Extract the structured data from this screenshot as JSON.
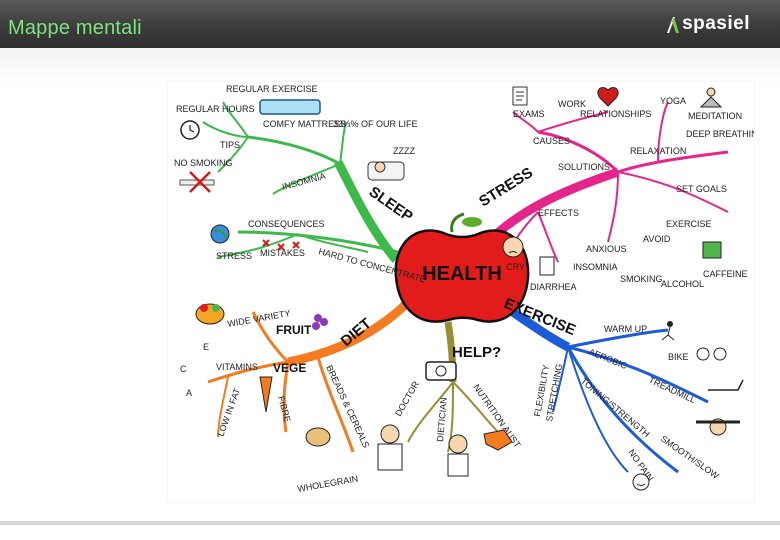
{
  "header": {
    "title": "Mappe mentali",
    "logo_text": "spasiel",
    "logo_icon": "aspasiel-logo-mark",
    "title_color": "#7fe37f",
    "bar_color": "#3c3c3c"
  },
  "mindmap": {
    "center": "HEALTH",
    "center_color": "#e21b1b",
    "branches": {
      "sleep": {
        "label": "SLEEP",
        "color": "#3cb94a"
      },
      "stress": {
        "label": "STRESS",
        "color": "#e5258a"
      },
      "diet": {
        "label": "DIET",
        "color": "#f47b20"
      },
      "exercise": {
        "label": "EXERCISE",
        "color": "#1e5bd8"
      },
      "help": {
        "label": "HELP?",
        "color": "#9c8b33"
      }
    },
    "labels": {
      "regular_exercise": "REGULAR EXERCISE",
      "regular_hours": "REGULAR HOURS",
      "comfy_mattress": "COMFY MATTRESS",
      "tips": "TIPS",
      "no_smoking": "NO SMOKING",
      "one_third": "33⅓% OF OUR LIFE",
      "zzzz": "ZZZZ",
      "insomnia": "INSOMNIA",
      "consequences": "CONSEQUENCES",
      "stress_sub": "STRESS",
      "mistakes": "MISTAKES",
      "hard_to_concentrate": "HARD TO CONCENTRATE",
      "exams": "EXAMS",
      "work": "WORK",
      "relationships": "RELATIONSHIPS",
      "yoga": "YOGA",
      "meditation": "MEDITATION",
      "deep_breathing": "DEEP BREATHING",
      "causes": "CAUSES",
      "relaxation": "RELAXATION",
      "solutions": "SOLUTIONS",
      "set_goals": "SET GOALS",
      "effects": "EFFECTS",
      "exercise_sub": "EXERCISE",
      "cry": "CRY",
      "anxious": "ANXIOUS",
      "avoid": "AVOID",
      "diarrhea": "DIARRHEA",
      "insomnia2": "INSOMNIA",
      "smoking": "SMOKING",
      "alcohol": "ALCOHOL",
      "caffeine": "CAFFEINE",
      "wide_variety": "WIDE VARIETY",
      "fruit": "FRUIT",
      "vege": "VEGE",
      "vitamins": "VITAMINS",
      "vit_e": "E",
      "vit_c": "C",
      "vit_a": "A",
      "low_in_fat": "LOW IN FAT",
      "fibre": "FIBRE",
      "breads_cereals": "BREADS & CEREALS",
      "wholegrain": "WHOLEGRAIN",
      "doctor": "DOCTOR",
      "dietician": "DIETICIAN",
      "nutrition_aust": "NUTRITION AUST",
      "warm_up": "WARM UP",
      "aerobic": "AEROBIC",
      "bike": "BIKE",
      "treadmill": "TREADMILL",
      "flexibility": "FLEXIBILITY",
      "stretching": "STRETCHING",
      "toning_strength": "TONING/STRENGTH",
      "smooth_slow": "SMOOTH/SLOW",
      "no_pain": "NO PAIN"
    }
  }
}
